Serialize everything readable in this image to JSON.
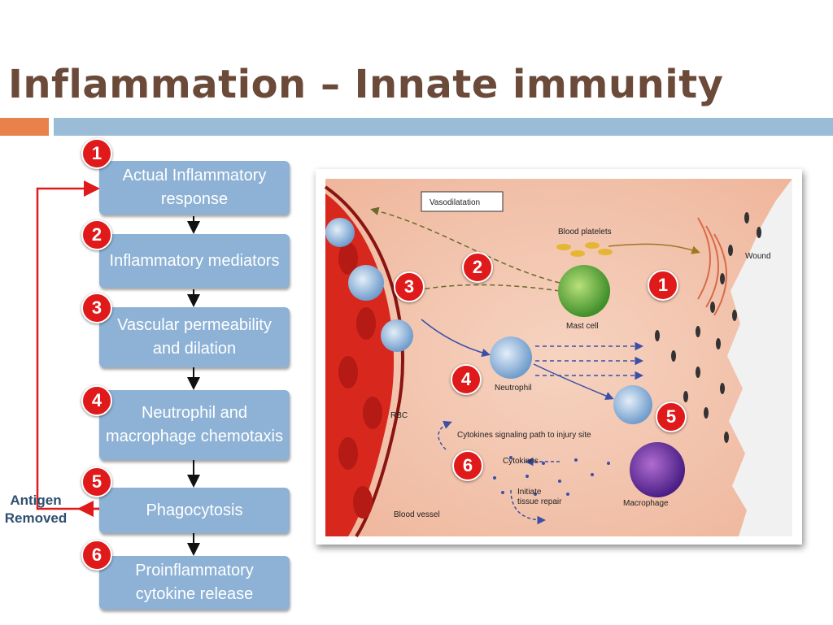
{
  "title": "Inflammation – Innate immunity",
  "colors": {
    "title": "#6b4a3a",
    "accent_orange": "#e8824a",
    "accent_blue": "#9bbcd6",
    "step_box": "#8db2d6",
    "badge": "#e01a1a",
    "feedback_arrow": "#e01a1a"
  },
  "steps": [
    {
      "number": "1",
      "label": "Actual Inflammatory response"
    },
    {
      "number": "2",
      "label": "Inflammatory mediators"
    },
    {
      "number": "3",
      "label": "Vascular permeability and dilation"
    },
    {
      "number": "4",
      "label": "Neutrophil and macrophage chemotaxis"
    },
    {
      "number": "5",
      "label": "Phagocytosis"
    },
    {
      "number": "6",
      "label": "Proinflammatory cytokine release"
    }
  ],
  "feedback_label": "Antigen Removed",
  "figure": {
    "vasodilatation": "Vasodilatation",
    "blood_platelets": "Blood platelets",
    "wound": "Wound",
    "mast_cell": "Mast cell",
    "neutrophil": "Neutrophil",
    "rbc": "RBC",
    "cytokines_path": "Cytokines signaling path to injury site",
    "cytokines": "Cytokines",
    "initiate": "Initiate",
    "tissue_repair": "tissue repair",
    "macrophage": "Macrophage",
    "blood_vessel": "Blood vessel",
    "badges": [
      "1",
      "2",
      "3",
      "4",
      "5",
      "6"
    ]
  }
}
